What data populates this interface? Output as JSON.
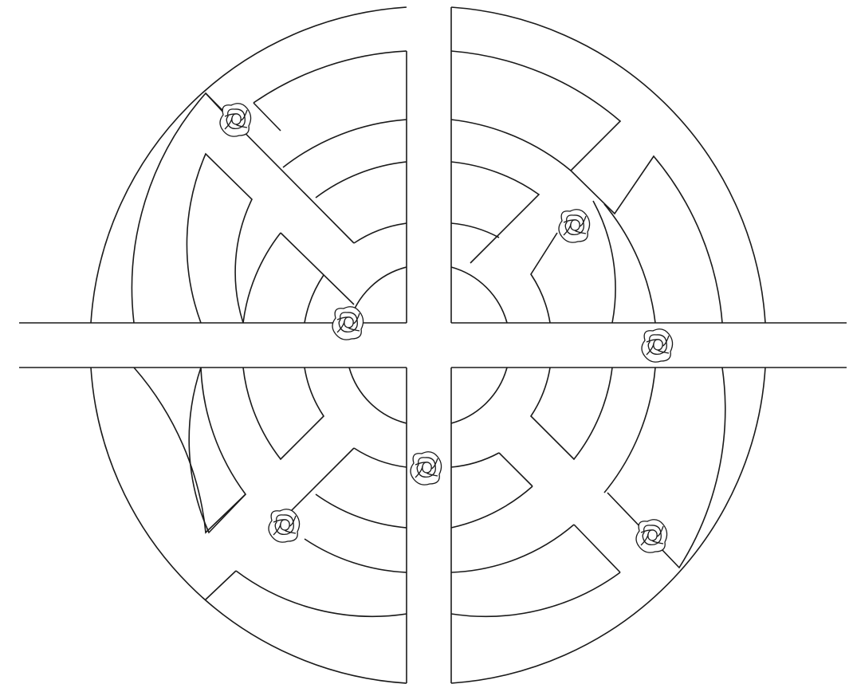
{
  "diagram": {
    "kind": "circular-maze",
    "stroke_color": "#1a1a1a",
    "background_color": "#ffffff",
    "rings": 4,
    "exits": [
      "left",
      "right",
      "top",
      "bottom"
    ],
    "decoration": {
      "icon": "rose-icon",
      "count": 7
    }
  }
}
